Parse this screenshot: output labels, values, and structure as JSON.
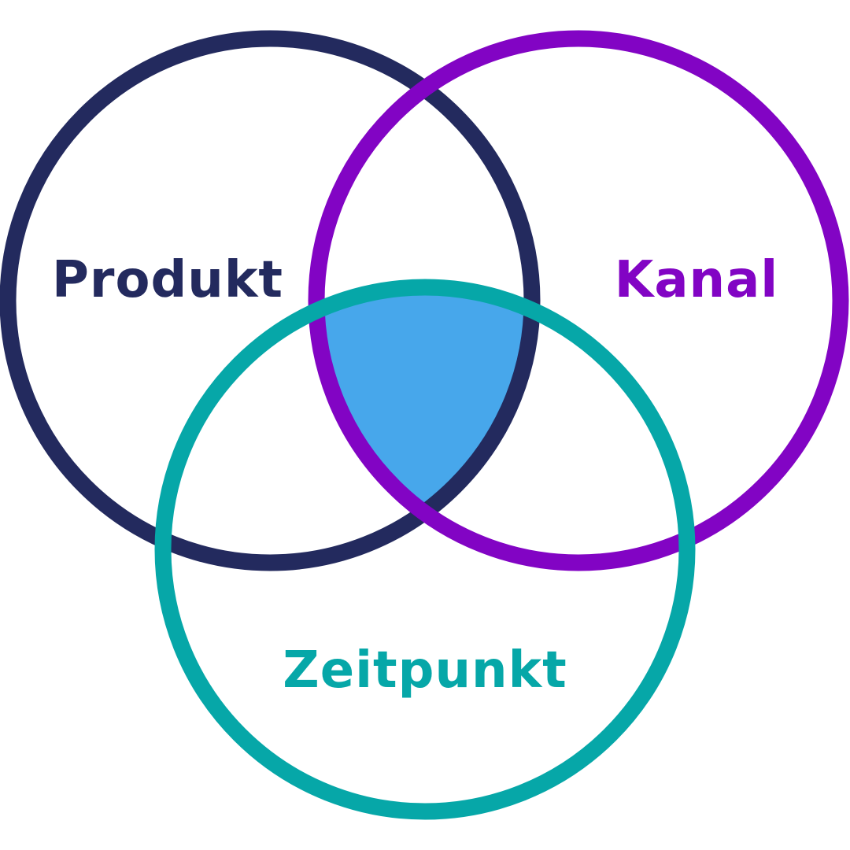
{
  "diagram": {
    "type": "venn",
    "sets": [
      {
        "id": "produkt",
        "label": "Produkt",
        "color": "#232a5e"
      },
      {
        "id": "kanal",
        "label": "Kanal",
        "color": "#8204c4"
      },
      {
        "id": "zeitpunkt",
        "label": "Zeitpunkt",
        "color": "#06a7a8"
      }
    ],
    "highlight": {
      "region": "produkt ∩ kanal ∩ zeitpunkt",
      "color": "#47a7eb"
    }
  }
}
